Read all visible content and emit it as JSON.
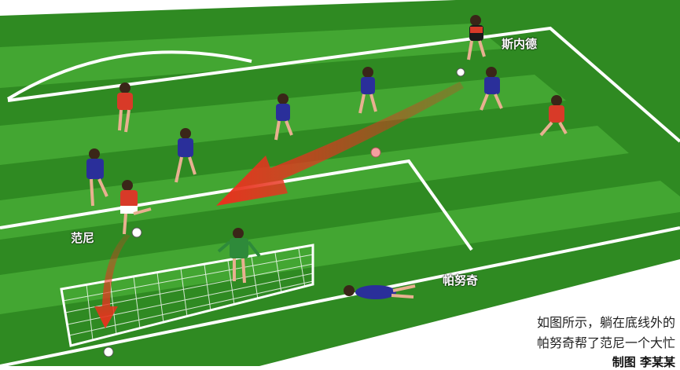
{
  "players": {
    "snyder": "斯内德",
    "van_persie_label": "范尼",
    "pavon": "帕努奇"
  },
  "caption": {
    "line1": "如图所示，躺在底线外的",
    "line2": "帕努奇帮了范尼一个大忙"
  },
  "credit": "制图 李某某",
  "colors": {
    "pitch_dark": "#2f8a22",
    "pitch_light": "#43a632",
    "line": "#ffffff",
    "arrow": "#e8321e",
    "dutch_shirt": "#d83a28",
    "italy_shirt": "#2a2f9a"
  }
}
